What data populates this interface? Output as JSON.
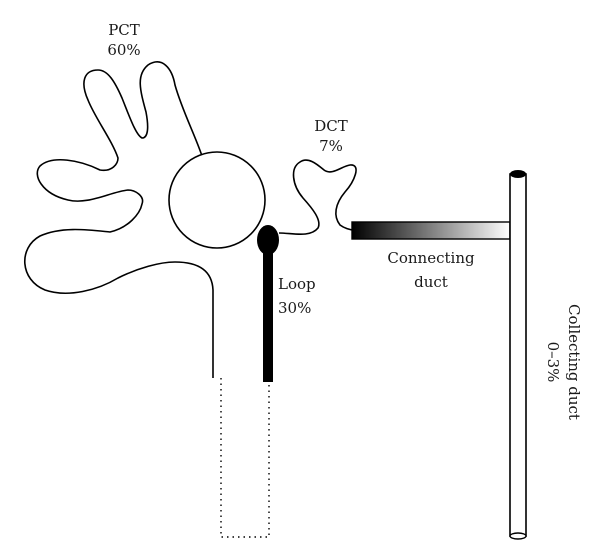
{
  "labels": {
    "pct_name": "PCT",
    "pct_value": "60%",
    "dct_name": "DCT",
    "dct_value": "7%",
    "loop_name": "Loop",
    "loop_value": "30%",
    "connecting_line1": "Connecting",
    "connecting_line2": "duct",
    "collecting_line1": "Collecting duct",
    "collecting_line2": "0–3%"
  },
  "colors": {
    "stroke": "#000000",
    "background": "#ffffff",
    "gradient_dark": "#000000",
    "gradient_light": "#ffffff"
  }
}
